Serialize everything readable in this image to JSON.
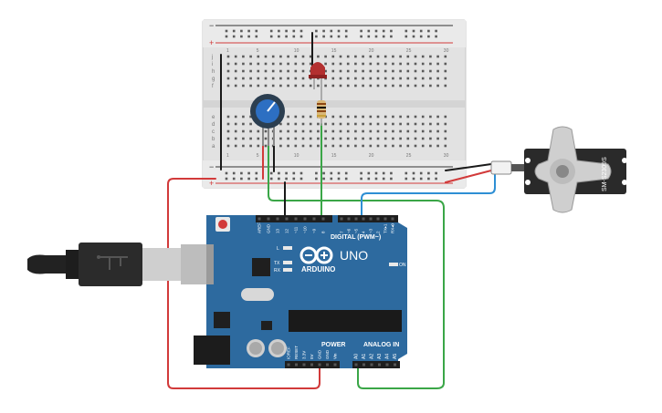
{
  "board": {
    "brand": "ARDUINO",
    "model": "UNO",
    "digital_label": "DIGITAL (PWM~)",
    "power_label": "POWER",
    "analog_label": "ANALOG IN",
    "led_label": "L",
    "tx_label": "TX",
    "rx_label": "RX",
    "on_label": "ON",
    "top_pins": [
      "AREF",
      "GND",
      "13",
      "12",
      "~11",
      "~10",
      "~9",
      "8",
      "7",
      "~6",
      "~5",
      "4",
      "~3",
      "2",
      "TX▸1",
      "RX◂0"
    ],
    "power_pins": [
      "IOREF",
      "RESET",
      "3.3V",
      "5V",
      "GND",
      "GND",
      "Vin"
    ],
    "analog_pins": [
      "A0",
      "A1",
      "A2",
      "A3",
      "A4",
      "A5"
    ]
  },
  "breadboard": {
    "row_letters_top": [
      "j",
      "i",
      "h",
      "g",
      "f"
    ],
    "row_letters_bottom": [
      "e",
      "d",
      "c",
      "b",
      "a"
    ],
    "col_numbers": [
      "1",
      "5",
      "10",
      "15",
      "20",
      "25",
      "30"
    ],
    "plus": "+",
    "minus": "−"
  },
  "servo": {
    "model": "SM-S2309S"
  },
  "colors": {
    "arduino_blue": "#2d6a9f",
    "wire_red": "#d23a3a",
    "wire_green": "#3aa647",
    "wire_blue": "#2e8fd4",
    "wire_black": "#1a1a1a"
  }
}
